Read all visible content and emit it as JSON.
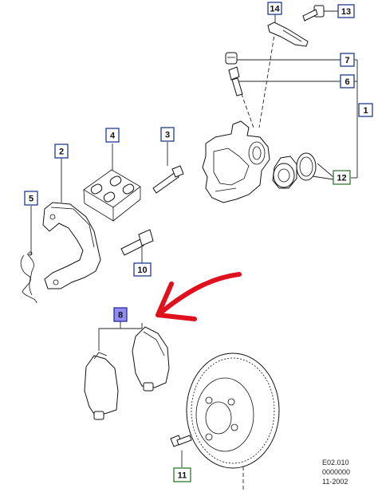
{
  "callouts": [
    {
      "id": "14",
      "label": "14",
      "variant": "blue"
    },
    {
      "id": "13",
      "label": "13",
      "variant": "blue"
    },
    {
      "id": "7",
      "label": "7",
      "variant": "blue"
    },
    {
      "id": "6",
      "label": "6",
      "variant": "blue"
    },
    {
      "id": "1",
      "label": "1",
      "variant": "blue"
    },
    {
      "id": "4",
      "label": "4",
      "variant": "blue"
    },
    {
      "id": "3",
      "label": "3",
      "variant": "blue"
    },
    {
      "id": "2",
      "label": "2",
      "variant": "blue"
    },
    {
      "id": "5",
      "label": "5",
      "variant": "blue"
    },
    {
      "id": "12",
      "label": "12",
      "variant": "green"
    },
    {
      "id": "10",
      "label": "10",
      "variant": "blue"
    },
    {
      "id": "8",
      "label": "8",
      "variant": "highlight"
    },
    {
      "id": "11",
      "label": "11",
      "variant": "green"
    }
  ],
  "footer": {
    "line1": "E02.010",
    "line2": "0000000",
    "line3": "11-2002"
  },
  "colors": {
    "callout_border_blue": "#1f3c8a",
    "callout_border_green": "#2f7a2f",
    "highlight_fill": "#8f8cf2",
    "arrow_red": "#e0101c"
  }
}
